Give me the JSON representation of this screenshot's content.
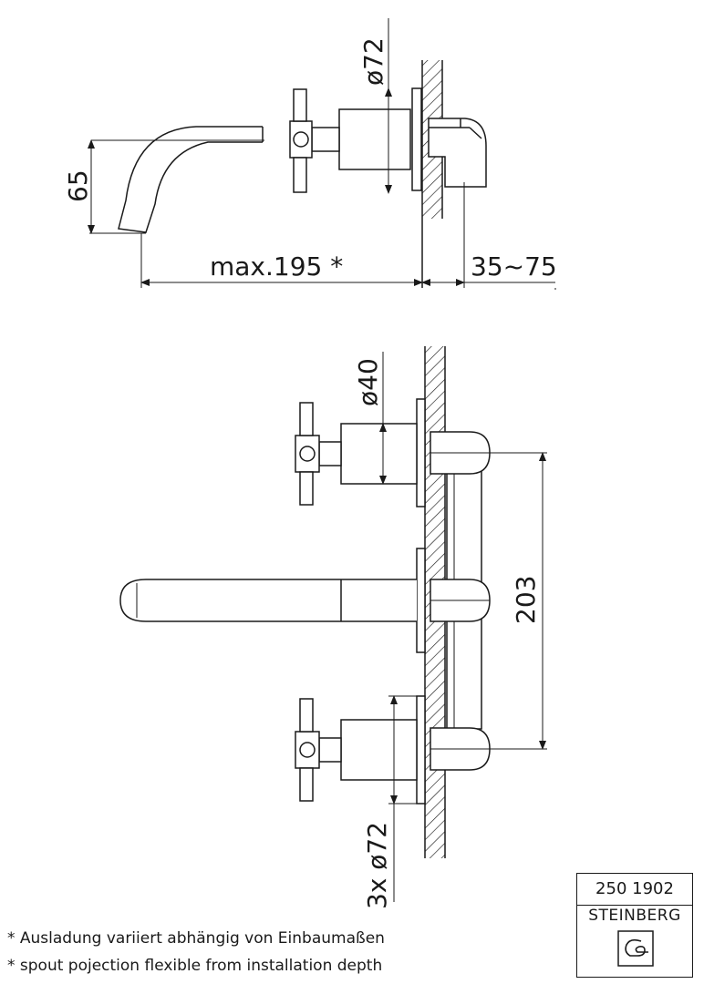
{
  "side_view": {
    "dim_diameter": "ø72",
    "dim_height": "65",
    "dim_projection": "max.195 *",
    "dim_depth": "35~75"
  },
  "front_view": {
    "dim_diameter": "ø40",
    "dim_spacing": "203",
    "dim_diameter_count": "3x ø72"
  },
  "notes": {
    "de": "* Ausladung variiert abhängig von Einbaumaßen",
    "en": "* spout pojection flexible from installation depth"
  },
  "title_block": {
    "code": "250 1902",
    "brand": "STEINBERG",
    "logo_icon": "steinberg-logo-icon"
  }
}
